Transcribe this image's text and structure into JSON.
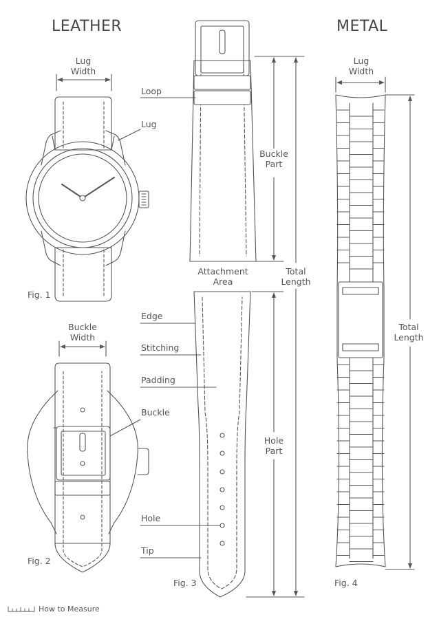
{
  "headers": {
    "leather": "LEATHER",
    "metal": "METAL"
  },
  "fig1": {
    "caption": "Fig. 1",
    "lug_width": [
      "Lug",
      "Width"
    ],
    "lug": "Lug"
  },
  "fig2": {
    "caption": "Fig. 2",
    "buckle_width": [
      "Buckle",
      "Width"
    ],
    "buckle": "Buckle"
  },
  "fig3": {
    "caption": "Fig. 3",
    "loop": "Loop",
    "edge": "Edge",
    "stitching": "Stitching",
    "padding": "Padding",
    "hole": "Hole",
    "tip": "Tip",
    "attachment_area": [
      "Attachment",
      "Area"
    ],
    "buckle_part": [
      "Buckle",
      "Part"
    ],
    "total_length": [
      "Total",
      "Length"
    ],
    "hole_part": [
      "Hole",
      "Part"
    ]
  },
  "fig4": {
    "caption": "Fig. 4",
    "lug_width": [
      "Lug",
      "Width"
    ],
    "total_length": [
      "Total",
      "Length"
    ]
  },
  "footer": {
    "label": "How to Measure",
    "icon": "ruler-icon"
  },
  "colors": {
    "line": "#555555",
    "text": "#555555"
  }
}
